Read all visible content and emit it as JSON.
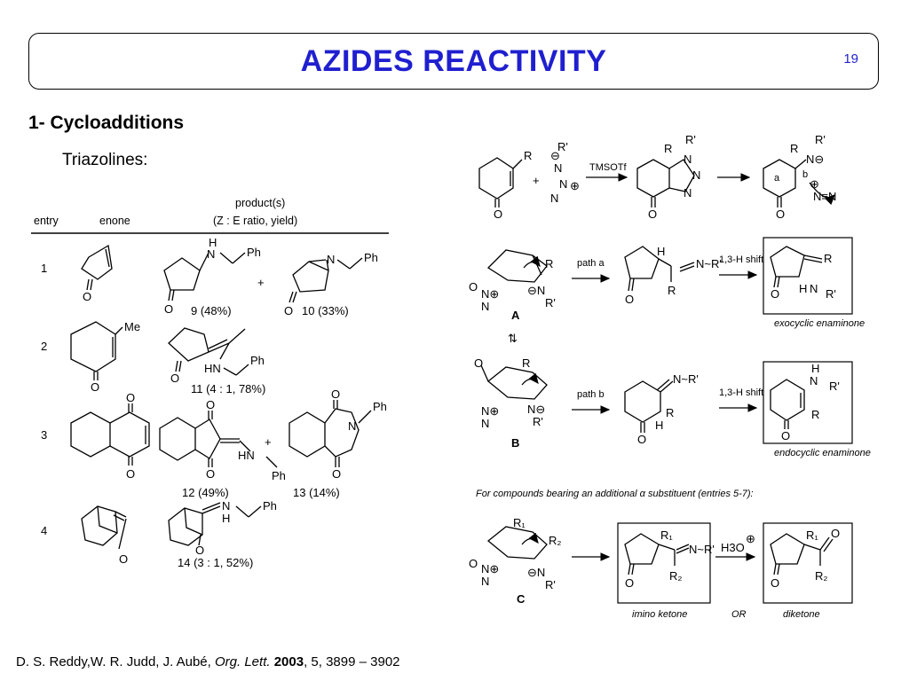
{
  "header": {
    "title": "AZIDES REACTIVITY",
    "page_number": "19"
  },
  "section": {
    "title": "1- Cycloadditions",
    "subtitle": "Triazolines:"
  },
  "table": {
    "col_entry": "entry",
    "col_enone": "enone",
    "col_product": "product(s)",
    "col_product_sub": "(Z : E ratio, yield)",
    "rows": [
      {
        "entry": "1",
        "products": [
          "9 (48%)",
          "10 (33%)"
        ]
      },
      {
        "entry": "2",
        "substituent": "Me",
        "products": [
          "11 (4 : 1, 78%)"
        ]
      },
      {
        "entry": "3",
        "products": [
          "12 (49%)",
          "13 (14%)"
        ]
      },
      {
        "entry": "4",
        "products": [
          "14 (3 : 1, 52%)"
        ]
      }
    ]
  },
  "scheme": {
    "reagent": "TMSOTf",
    "path_a": "path a",
    "path_b": "path b",
    "shift_label": "1,3-H shift",
    "intermediates": [
      "A",
      "B",
      "C"
    ],
    "exocyclic_label": "exocyclic enaminone",
    "endocyclic_label": "endocyclic enaminone",
    "alpha_note": "For compounds bearing an additional α substituent (entries 5-7):",
    "reagent_h3o": "H3O",
    "imino_ketone_label": "imino ketone",
    "or_label": "OR",
    "diketone_label": "diketone"
  },
  "citation": {
    "authors": "D. S. Reddy,W. R. Judd, J. Aubé, ",
    "journal": "Org. Lett.",
    "year": "2003",
    "pages": ", 5, 3899 – 3902"
  }
}
